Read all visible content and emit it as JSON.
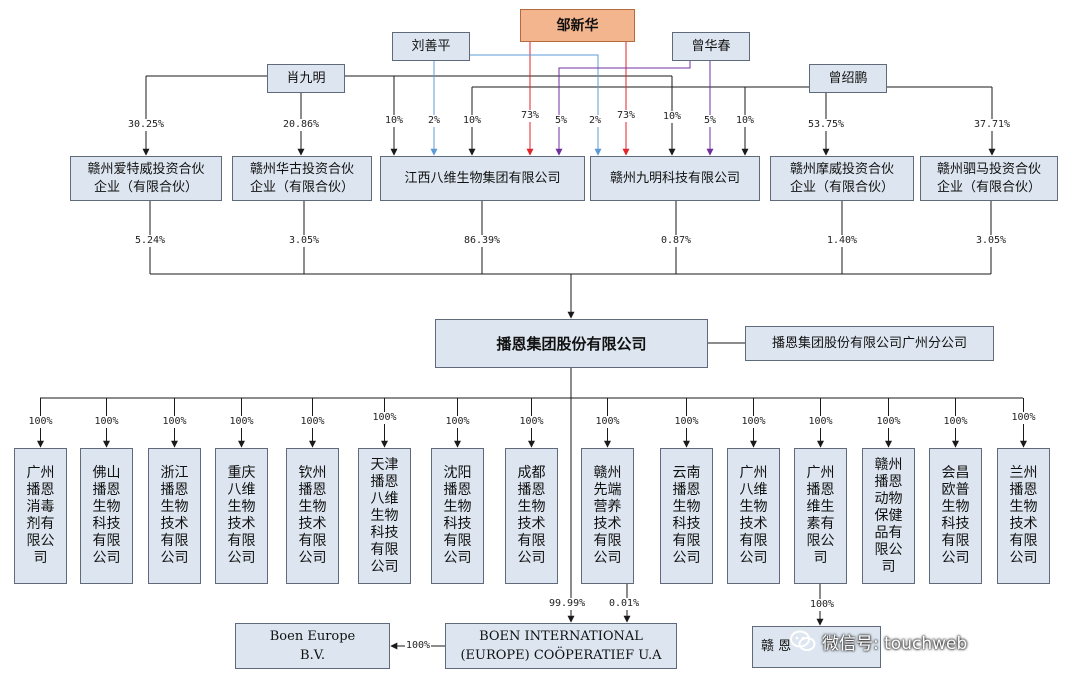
{
  "people": {
    "zou": "邹新华",
    "liu": "刘善平",
    "zeng_hc": "曾华春",
    "xiao": "肖九明",
    "zeng_sp": "曾绍鹏"
  },
  "tier2": {
    "aitewei": "赣州爱特威投资合伙\n企业（有限合伙）",
    "huagu": "赣州华古投资合伙\n企业（有限合伙）",
    "jiangxi_bawei": "江西八维生物集团有限公司",
    "jiuming_tech": "赣州九明科技有限公司",
    "mowei": "赣州摩威投资合伙\n企业（有限合伙）",
    "sima": "赣州驷马投资合伙\n企业（有限合伙）"
  },
  "top_pcts": {
    "xiao_aitewei": "30.25%",
    "xiao_huagu": "20.86%",
    "xiao_jiangxi": "10%",
    "liu_jiangxi": "2%",
    "zeng_jiangxi": "10%",
    "zou_jiangxi": "73%",
    "zenghc_jiangxi": "5%",
    "liu_jiuming": "2%",
    "zou_jiuming": "73%",
    "xiao_jiuming": "10%",
    "zenghc_jiuming": "5%",
    "zeng_jiuming": "10%",
    "zeng_mowei": "53.75%",
    "zeng_sima": "37.71%"
  },
  "mid_pcts": [
    "5.24%",
    "3.05%",
    "86.39%",
    "0.87%",
    "1.40%",
    "3.05%"
  ],
  "main_company": "播恩集团股份有限公司",
  "branch": "播恩集团股份有限公司广州分公司",
  "subs": [
    {
      "name": "广州\n播恩\n消毒\n剂有\n限公\n司",
      "pct": "100%"
    },
    {
      "name": "佛山\n播恩\n生物\n科技\n有限\n公司",
      "pct": "100%"
    },
    {
      "name": "浙江\n播恩\n生物\n技术\n有限\n公司",
      "pct": "100%"
    },
    {
      "name": "重庆\n八维\n生物\n技术\n有限\n公司",
      "pct": "100%"
    },
    {
      "name": "钦州\n播恩\n生物\n技术\n有限\n公司",
      "pct": "100%"
    },
    {
      "name": "天津\n播恩\n八维\n生物\n科技\n有限\n公司",
      "pct": "100%"
    },
    {
      "name": "沈阳\n播恩\n生物\n科技\n有限\n公司",
      "pct": "100%"
    },
    {
      "name": "成都\n播恩\n生物\n技术\n有限\n公司",
      "pct": "100%"
    },
    {
      "name": "赣州\n先端\n营养\n技术\n有限\n公司",
      "pct": "100%"
    },
    {
      "name": "云南\n播恩\n生物\n科技\n有限\n公司",
      "pct": "100%"
    },
    {
      "name": "广州\n八维\n生物\n技术\n有限\n公司",
      "pct": "100%"
    },
    {
      "name": "广州\n播恩\n维生\n素有\n限公\n司",
      "pct": "100%"
    },
    {
      "name": "赣州\n播恩\n动物\n保健\n品有\n限公\n司",
      "pct": "100%"
    },
    {
      "name": "会昌\n欧普\n生物\n科技\n有限\n公司",
      "pct": "100%"
    },
    {
      "name": "兰州\n播恩\n生物\n技术\n有限\n公司",
      "pct": "100%"
    }
  ],
  "bottom": {
    "boen_europe": "Boen Europe\nB.V.",
    "boen_intl": "BOEN INTERNATIONAL\n(EUROPE) COÖPERATIEF U.A",
    "occluded_box": "赣    恩",
    "pct_main_intl": "99.99%",
    "pct_xianduan_intl": "0.01%",
    "pct_intl_europe": "100%",
    "pct_weisheng_sub": "100%"
  },
  "watermark": "微信号: touchweb",
  "colors": {
    "line": "#1a1a1a",
    "zou": "#e0262b",
    "liu": "#5b9bd5",
    "zeng_hc": "#7030a0",
    "box_fill": "#dde6f0",
    "box_border": "#5f6b7a",
    "highlight_fill": "#f3b58d"
  }
}
